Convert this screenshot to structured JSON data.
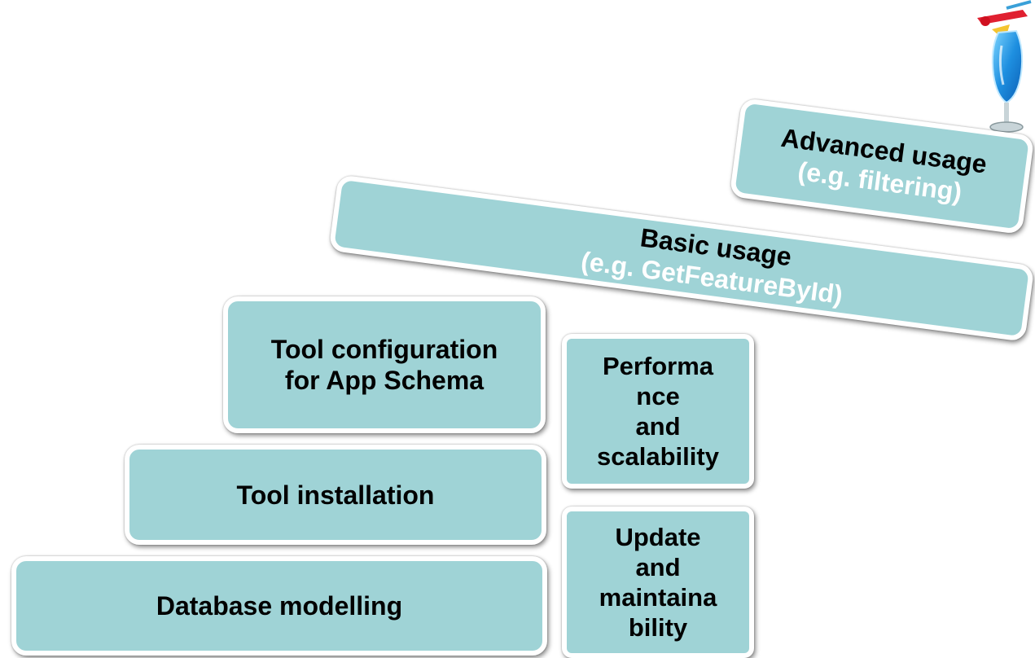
{
  "steps": {
    "advanced": {
      "title": "Advanced usage",
      "subtitle": "(e.g. filtering)"
    },
    "basic": {
      "title": "Basic usage",
      "subtitle": "(e.g. GetFeatureById)"
    },
    "tool_config": {
      "line1": "Tool configuration",
      "line2": "for App Schema"
    },
    "tool_install": {
      "label": "Tool installation"
    },
    "db_modelling": {
      "label": "Database modelling"
    }
  },
  "side_boxes": {
    "performance": [
      "Performa",
      "nce",
      "and",
      "scalability"
    ],
    "update": [
      "Update",
      "and",
      "maintaina",
      "bility"
    ]
  },
  "icons": {
    "decoration": "cocktail-glass-icon"
  },
  "colors": {
    "box_fill": "#9fd3d6",
    "box_border": "#ffffff",
    "subtitle_text": "#ffffff"
  }
}
